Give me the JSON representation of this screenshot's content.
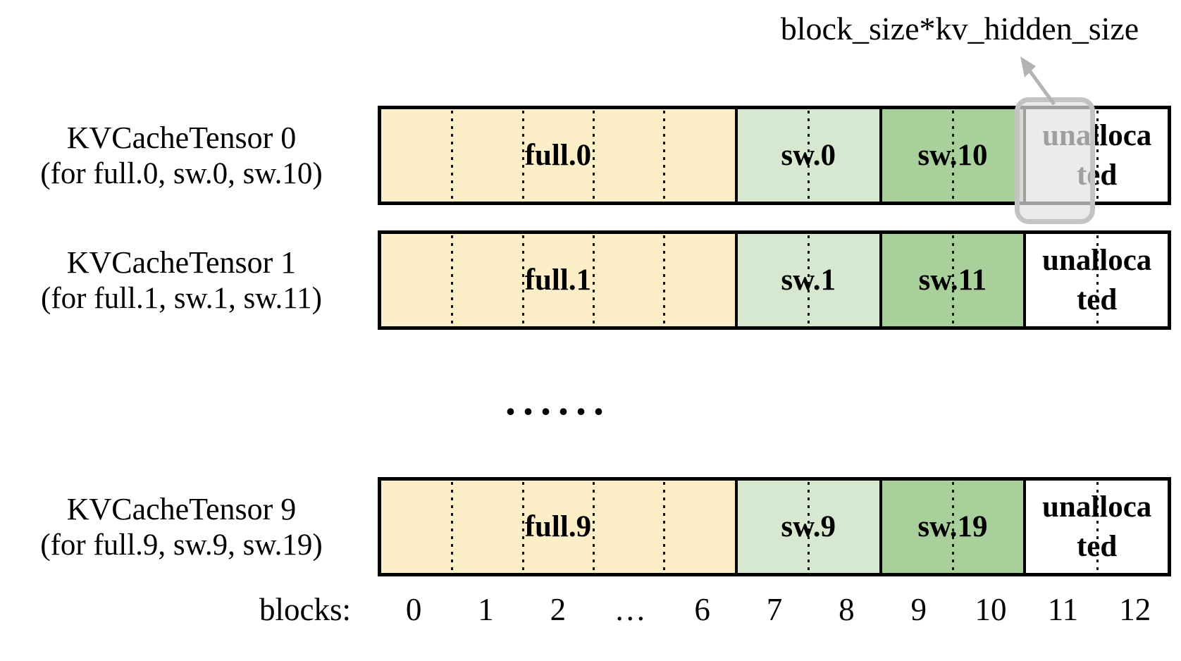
{
  "annotation": {
    "label": "block_size*kv_hidden_size"
  },
  "rows": [
    {
      "title": "KVCacheTensor 0",
      "subtitle": "(for full.0, sw.0, sw.10)",
      "segments": [
        {
          "name": "full",
          "label": "full.0"
        },
        {
          "name": "sw-low",
          "label": "sw.0"
        },
        {
          "name": "sw-high",
          "label": "sw.10"
        },
        {
          "name": "unallocated",
          "label": "unalloca\nted"
        }
      ]
    },
    {
      "title": "KVCacheTensor 1",
      "subtitle": "(for full.1, sw.1, sw.11)",
      "segments": [
        {
          "name": "full",
          "label": "full.1"
        },
        {
          "name": "sw-low",
          "label": "sw.1"
        },
        {
          "name": "sw-high",
          "label": "sw.11"
        },
        {
          "name": "unallocated",
          "label": "unalloca\nted"
        }
      ]
    },
    {
      "title": "KVCacheTensor 9",
      "subtitle": "(for full.9, sw.9, sw.19)",
      "segments": [
        {
          "name": "full",
          "label": "full.9"
        },
        {
          "name": "sw-low",
          "label": "sw.9"
        },
        {
          "name": "sw-high",
          "label": "sw.19"
        },
        {
          "name": "unallocated",
          "label": "unalloca\nted"
        }
      ]
    }
  ],
  "mid_ellipsis": "......",
  "axis": {
    "label": "blocks:",
    "ticks": [
      "0",
      "1",
      "2",
      "…",
      "6",
      "7",
      "8",
      "9",
      "10",
      "11",
      "12"
    ]
  },
  "colors": {
    "full_block": "#FCEFC8",
    "sw_low_block": "#D7E8D0",
    "sw_high_block": "#A9CF9B",
    "unallocated_block": "#FFFFFF",
    "bar_border": "#000000",
    "highlight_fill": "#E2E2E2",
    "highlight_border": "#C3C3C3",
    "arrow": "#B3B3B3"
  }
}
